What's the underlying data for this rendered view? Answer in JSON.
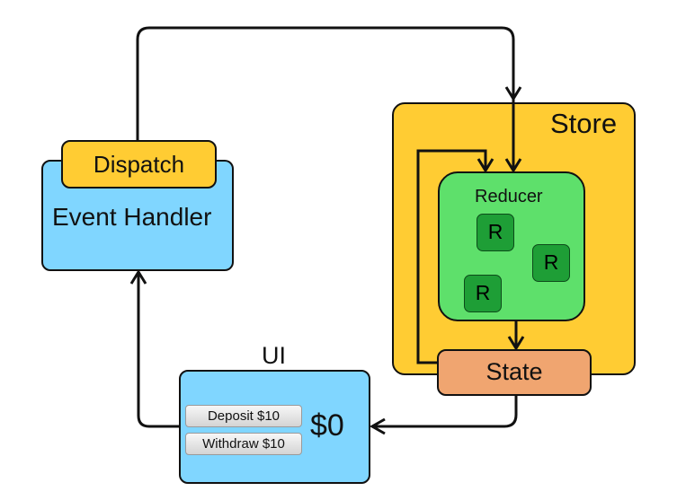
{
  "store": {
    "title": "Store"
  },
  "reducer": {
    "title": "Reducer",
    "items": [
      "R",
      "R",
      "R"
    ]
  },
  "state": {
    "label": "State"
  },
  "event_handler": {
    "title": "Event Handler",
    "dispatch_label": "Dispatch"
  },
  "ui": {
    "title": "UI",
    "deposit_label": "Deposit $10",
    "withdraw_label": "Withdraw $10",
    "balance": "$0"
  },
  "colors": {
    "store": "#FFCC33",
    "reducer": "#5EE06B",
    "reducer_item": "#1E9E36",
    "state": "#F0A570",
    "event_handler": "#80D6FF",
    "dispatch": "#FFCC33",
    "ui": "#80D6FF"
  }
}
